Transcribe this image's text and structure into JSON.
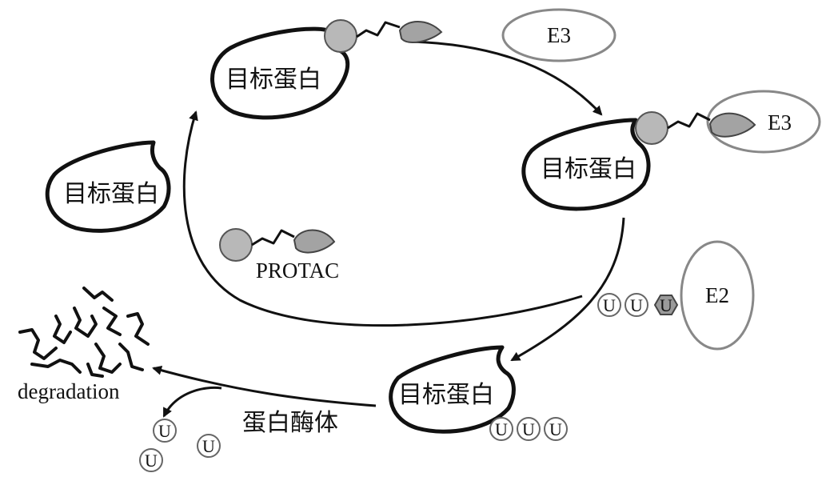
{
  "diagram": {
    "labels": {
      "target_protein": "目标蛋白",
      "e3": "E3",
      "e2": "E2",
      "protac": "PROTAC",
      "degradation": "degradation",
      "proteasome": "蛋白酶体",
      "ubiquitin": "U"
    }
  }
}
